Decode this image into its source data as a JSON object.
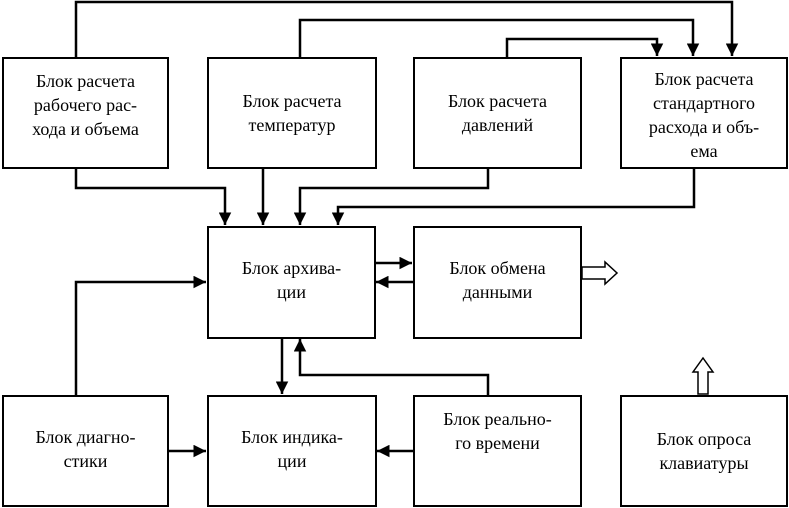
{
  "diagram": {
    "colors": {
      "line": "#000000",
      "background": "#ffffff"
    },
    "blocks": {
      "work_flow": {
        "lines": [
          "Блок расчета",
          "рабочего рас-",
          "хода и объема"
        ]
      },
      "temperature": {
        "lines": [
          "Блок расчета",
          "температур"
        ]
      },
      "pressure": {
        "lines": [
          "Блок расчета",
          "давлений"
        ]
      },
      "standard_flow": {
        "lines": [
          "Блок расчета",
          "стандартного",
          "расхода и объ-",
          "ема"
        ]
      },
      "archive": {
        "lines": [
          "Блок архива-",
          "ции"
        ]
      },
      "exchange": {
        "lines": [
          "Блок обмена",
          "данными"
        ]
      },
      "diagnostics": {
        "lines": [
          "Блок диагно-",
          "стики"
        ]
      },
      "indication": {
        "lines": [
          "Блок индика-",
          "ции"
        ]
      },
      "realtime": {
        "lines": [
          "Блок реально-",
          "го времени"
        ]
      },
      "keyboard": {
        "lines": [
          "Блок опроса",
          "клавиатуры"
        ]
      }
    },
    "connections": [
      {
        "from": "work_flow",
        "to": "standard_flow",
        "type": "arrow"
      },
      {
        "from": "temperature",
        "to": "standard_flow",
        "type": "arrow"
      },
      {
        "from": "pressure",
        "to": "standard_flow",
        "type": "arrow"
      },
      {
        "from": "work_flow",
        "to": "archive",
        "type": "arrow"
      },
      {
        "from": "temperature",
        "to": "archive",
        "type": "arrow"
      },
      {
        "from": "pressure",
        "to": "archive",
        "type": "arrow"
      },
      {
        "from": "standard_flow",
        "to": "archive",
        "type": "arrow"
      },
      {
        "from": "archive",
        "to": "exchange",
        "type": "arrow"
      },
      {
        "from": "exchange",
        "to": "archive",
        "type": "arrow"
      },
      {
        "from": "exchange",
        "to": "external",
        "type": "hollow-arrow"
      },
      {
        "from": "diagnostics",
        "to": "archive",
        "type": "arrow"
      },
      {
        "from": "diagnostics",
        "to": "indication",
        "type": "arrow"
      },
      {
        "from": "archive",
        "to": "indication",
        "type": "arrow"
      },
      {
        "from": "realtime",
        "to": "archive",
        "type": "arrow"
      },
      {
        "from": "realtime",
        "to": "indication",
        "type": "arrow"
      },
      {
        "from": "keyboard",
        "to": "external",
        "type": "hollow-arrow"
      }
    ]
  }
}
